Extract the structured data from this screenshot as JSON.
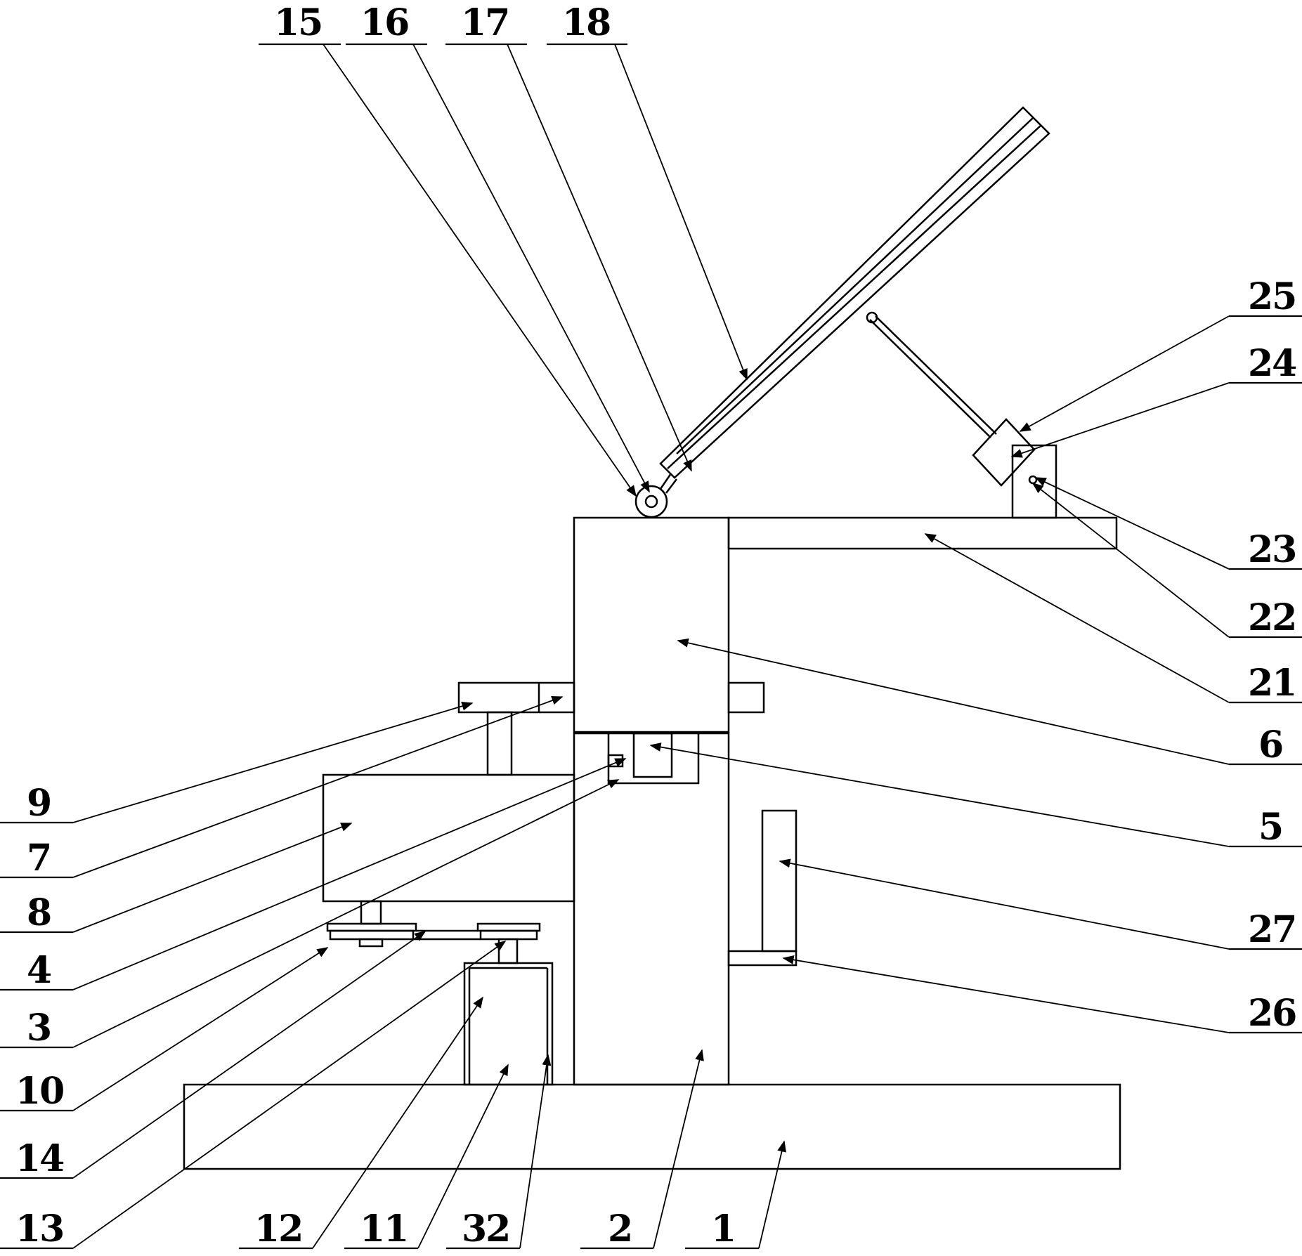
{
  "labels": {
    "l1": "1",
    "l2": "2",
    "l3": "3",
    "l4": "4",
    "l5": "5",
    "l6": "6",
    "l7": "7",
    "l8": "8",
    "l9": "9",
    "l10": "10",
    "l11": "11",
    "l12": "12",
    "l13": "13",
    "l14": "14",
    "l15": "15",
    "l16": "16",
    "l17": "17",
    "l18": "18",
    "l21": "21",
    "l22": "22",
    "l23": "23",
    "l24": "24",
    "l25": "25",
    "l26": "26",
    "l27": "27",
    "l32": "32"
  }
}
